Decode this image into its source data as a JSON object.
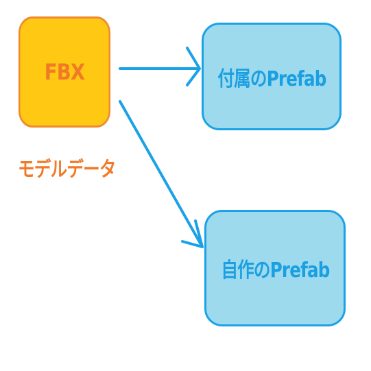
{
  "nodes": {
    "fbx": "FBX",
    "attached_prefab": "付属のPrefab",
    "custom_prefab": "自作のPrefab"
  },
  "labels": {
    "model_data": "モデルデータ"
  },
  "colors": {
    "fbx_fill": "#ffc812",
    "fbx_border": "#f08a2e",
    "fbx_text": "#f07a28",
    "prefab_fill": "#9edaed",
    "prefab_border": "#1ba2e6",
    "prefab_text": "#1a9fe2",
    "arrow": "#1ba2e6"
  }
}
